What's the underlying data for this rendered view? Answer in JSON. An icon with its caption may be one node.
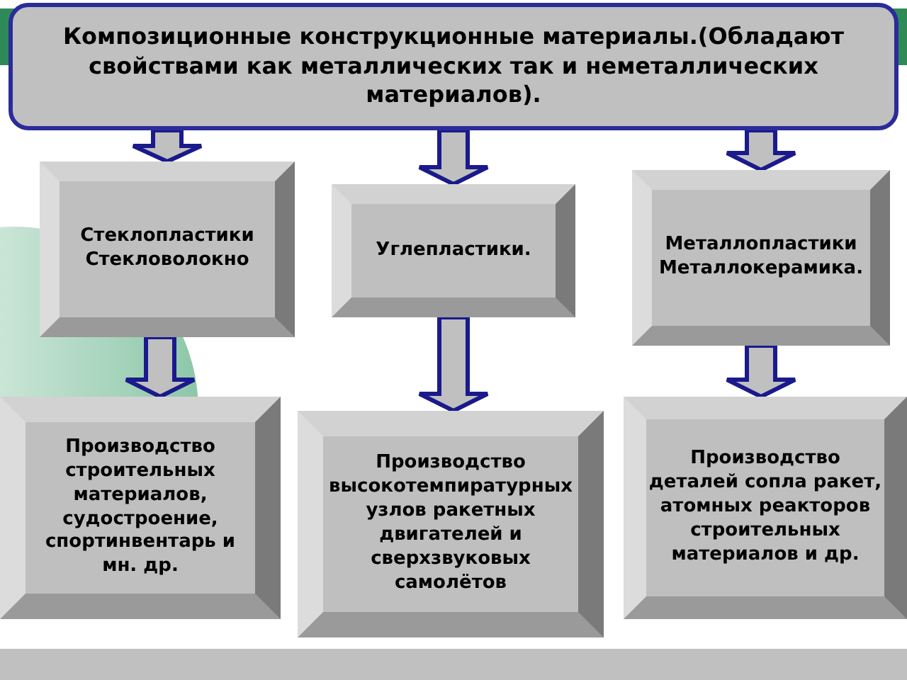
{
  "diagram": {
    "nodes": [
      {
        "text": [
          "Композиционные конструкционные материалы.(Обладают свойствами как металлических так и неметаллических материалов)."
        ]
      },
      {
        "text": [
          "Стеклопластики",
          "Стекловолокно"
        ]
      },
      {
        "text": [
          "Углепластики."
        ]
      },
      {
        "text": [
          "Металлопластики",
          "Металлокерамика."
        ]
      },
      {
        "text": [
          "Производство строительных материалов, судостроение, спортинвентарь и мн. др."
        ]
      },
      {
        "text": [
          "Производство высокотемпиратурных узлов ракетных двигателей и сверхзвуковых самолётов"
        ]
      },
      {
        "text": [
          "Производство деталей сопла ракет, атомных реакторов строительных материалов и др."
        ]
      }
    ],
    "edges": [
      {
        "from": 0,
        "to": 1,
        "arrow": "to"
      },
      {
        "from": 0,
        "to": 2,
        "arrow": "to"
      },
      {
        "from": 0,
        "to": 3,
        "arrow": "to"
      },
      {
        "from": 1,
        "to": 4,
        "arrow": "to"
      },
      {
        "from": 2,
        "to": 5,
        "arrow": "to"
      },
      {
        "from": 3,
        "to": 6,
        "arrow": "to"
      }
    ]
  }
}
